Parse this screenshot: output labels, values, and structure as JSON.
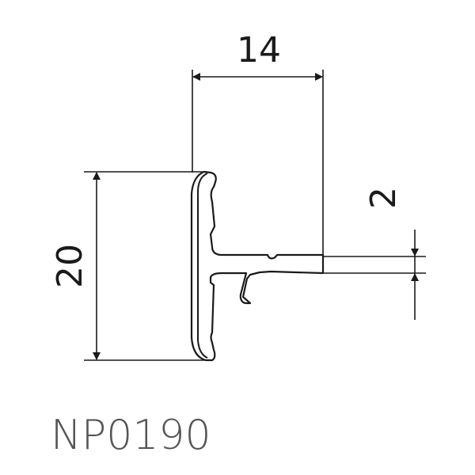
{
  "dimensions": {
    "width": "14",
    "height": "20",
    "thickness": "2"
  },
  "product_code": "NP0190",
  "colors": {
    "line": "#1a1a1a",
    "code_text": "#555555",
    "background": "#ffffff"
  }
}
